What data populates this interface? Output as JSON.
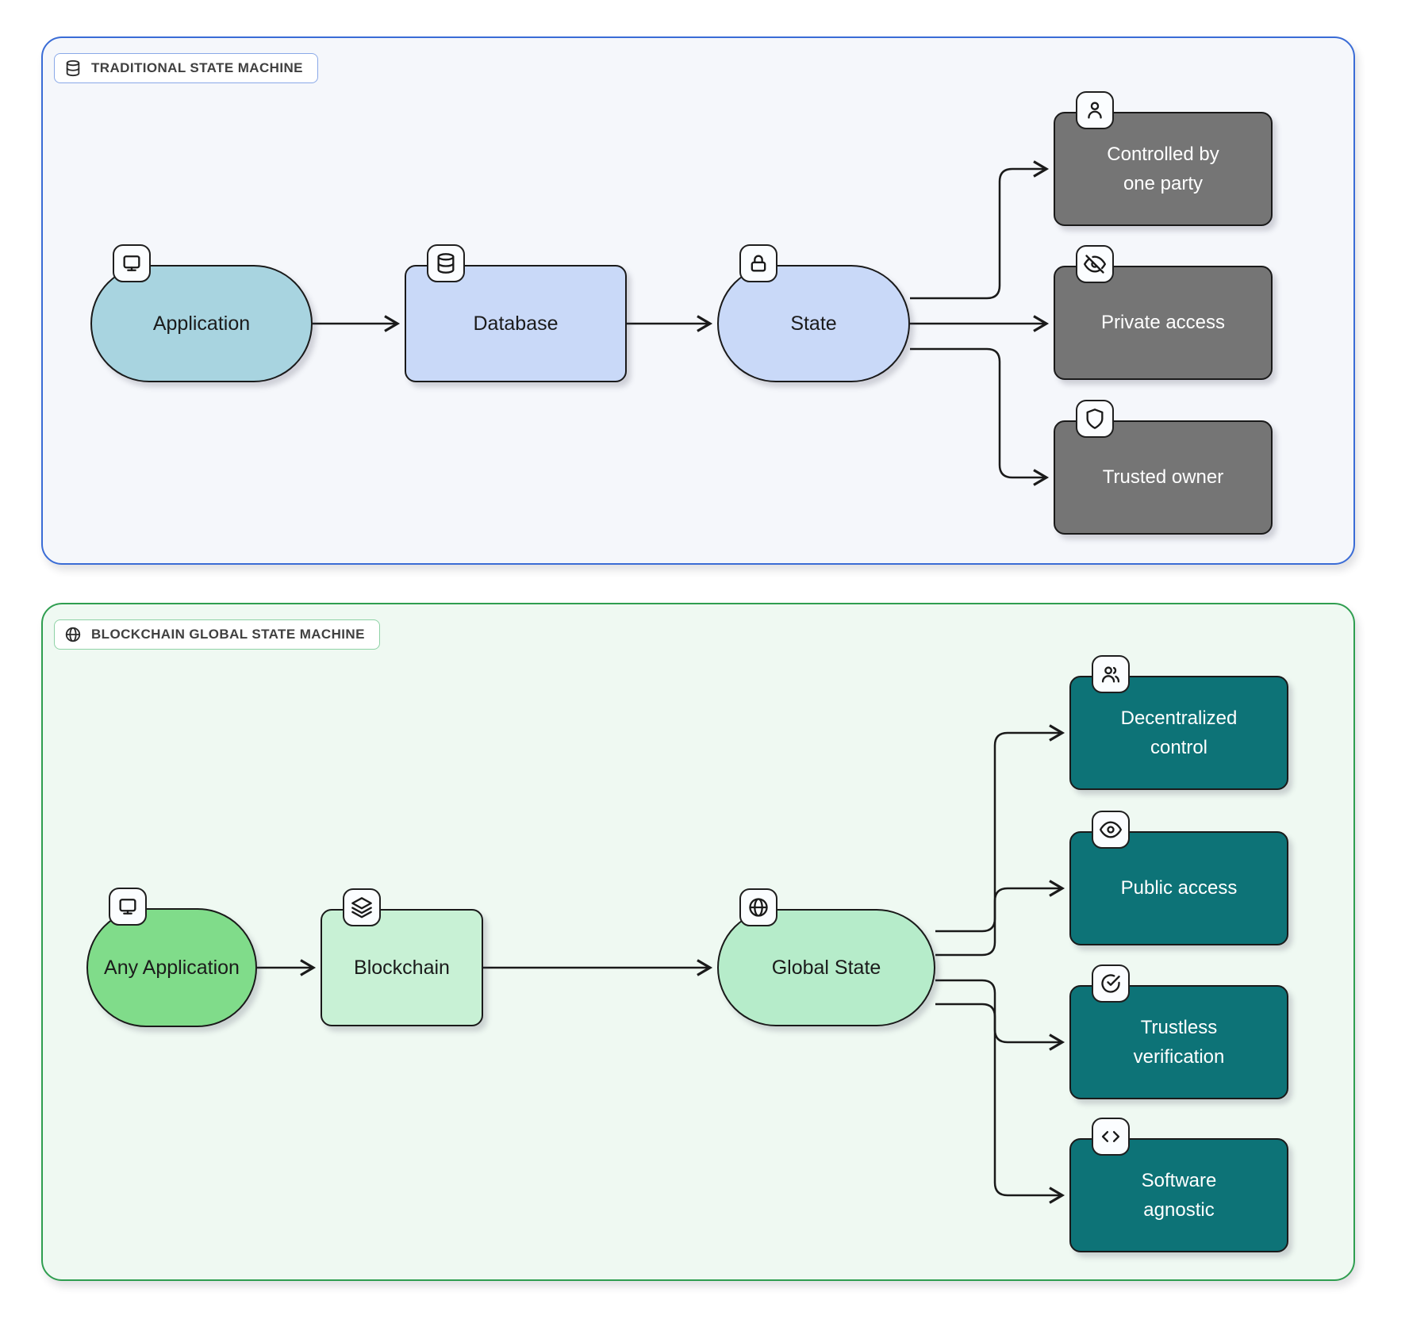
{
  "panels": {
    "traditional": {
      "title": "TRADITIONAL STATE MACHINE",
      "title_icon": "database-icon",
      "border_color": "#3a6cd6",
      "background": "#f5f7fb",
      "nodes": {
        "application": {
          "label": "Application",
          "icon": "monitor-icon",
          "shape": "pill",
          "fill": "#a8d4e0"
        },
        "database": {
          "label": "Database",
          "icon": "database-icon",
          "shape": "rect",
          "fill": "#c9d9f8"
        },
        "state": {
          "label": "State",
          "icon": "lock-icon",
          "shape": "pill",
          "fill": "#c9d9f8"
        },
        "controlled": {
          "label": "Controlled by one party",
          "icon": "user-icon",
          "shape": "rect",
          "fill": "#757575",
          "text_color": "#ffffff"
        },
        "private": {
          "label": "Private access",
          "icon": "eye-off-icon",
          "shape": "rect",
          "fill": "#757575",
          "text_color": "#ffffff"
        },
        "trusted": {
          "label": "Trusted owner",
          "icon": "shield-icon",
          "shape": "rect",
          "fill": "#757575",
          "text_color": "#ffffff"
        }
      },
      "edges": [
        {
          "from": "Application",
          "to": "Database"
        },
        {
          "from": "Database",
          "to": "State"
        },
        {
          "from": "State",
          "to": "Controlled by one party"
        },
        {
          "from": "State",
          "to": "Private access"
        },
        {
          "from": "State",
          "to": "Trusted owner"
        }
      ]
    },
    "blockchain": {
      "title": "BLOCKCHAIN GLOBAL STATE MACHINE",
      "title_icon": "globe-icon",
      "border_color": "#2f9e50",
      "background": "#eff9f2",
      "nodes": {
        "any_application": {
          "label": "Any Application",
          "icon": "monitor-icon",
          "shape": "pill",
          "fill": "#80dc8a"
        },
        "blockchain": {
          "label": "Blockchain",
          "icon": "layers-icon",
          "shape": "rect",
          "fill": "#c8f1d5"
        },
        "global_state": {
          "label": "Global State",
          "icon": "globe-icon",
          "shape": "pill",
          "fill": "#b6ecca"
        },
        "decentralized": {
          "label": "Decentralized control",
          "icon": "users-icon",
          "shape": "rect",
          "fill": "#0d7377",
          "text_color": "#ffffff"
        },
        "public": {
          "label": "Public access",
          "icon": "eye-icon",
          "shape": "rect",
          "fill": "#0d7377",
          "text_color": "#ffffff"
        },
        "trustless": {
          "label": "Trustless verification",
          "icon": "check-circle-icon",
          "shape": "rect",
          "fill": "#0d7377",
          "text_color": "#ffffff"
        },
        "agnostic": {
          "label": "Software agnostic",
          "icon": "code-icon",
          "shape": "rect",
          "fill": "#0d7377",
          "text_color": "#ffffff"
        }
      },
      "edges": [
        {
          "from": "Any Application",
          "to": "Blockchain"
        },
        {
          "from": "Blockchain",
          "to": "Global State"
        },
        {
          "from": "Global State",
          "to": "Decentralized control"
        },
        {
          "from": "Global State",
          "to": "Public access"
        },
        {
          "from": "Global State",
          "to": "Trustless verification"
        },
        {
          "from": "Global State",
          "to": "Software agnostic"
        }
      ]
    }
  }
}
